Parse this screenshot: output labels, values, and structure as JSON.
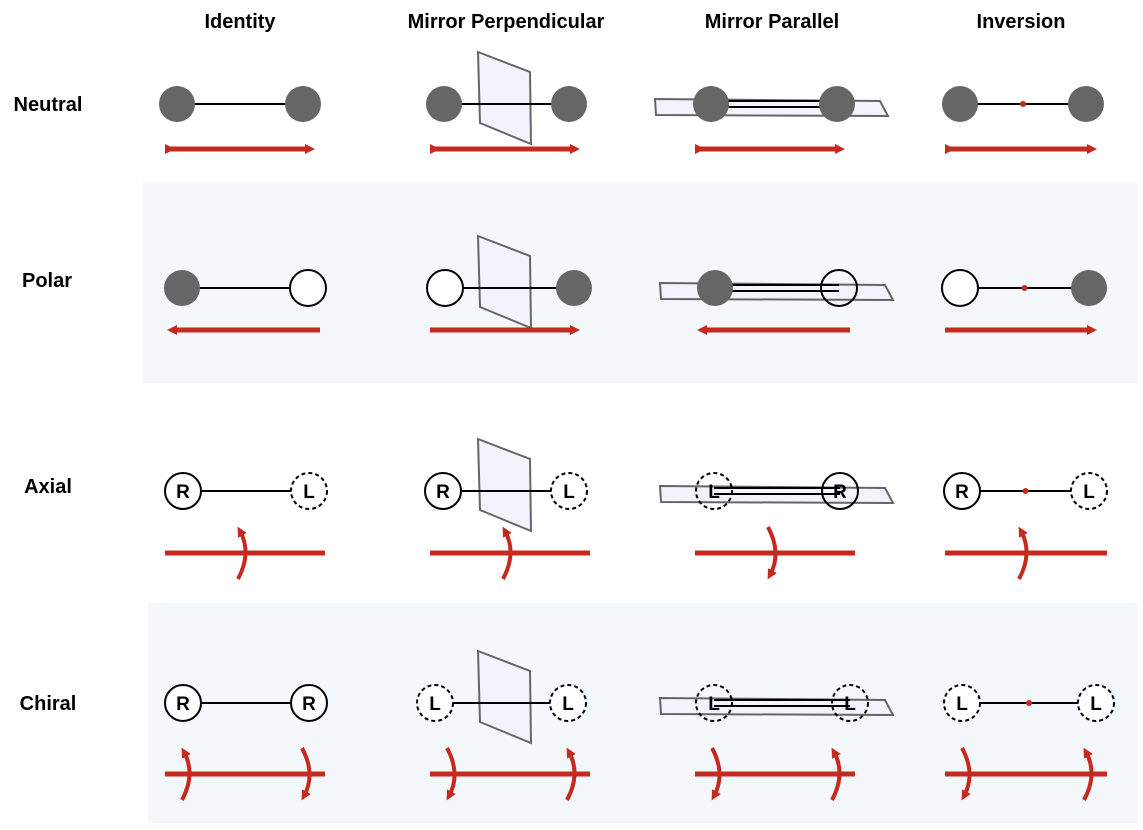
{
  "columns": [
    "Identity",
    "Mirror Perpendicular",
    "Mirror Parallel",
    "Inversion"
  ],
  "rows": [
    {
      "label": "Neutral",
      "shaded": false,
      "cells": [
        {
          "atoms": [
            {
              "type": "filled"
            },
            {
              "type": "filled"
            }
          ],
          "arrow": "double"
        },
        {
          "atoms": [
            {
              "type": "filled"
            },
            {
              "type": "filled"
            }
          ],
          "arrow": "double"
        },
        {
          "atoms": [
            {
              "type": "filled"
            },
            {
              "type": "filled"
            }
          ],
          "arrow": "double"
        },
        {
          "atoms": [
            {
              "type": "filled"
            },
            {
              "type": "filled"
            }
          ],
          "arrow": "double"
        }
      ]
    },
    {
      "label": "Polar",
      "shaded": true,
      "cells": [
        {
          "atoms": [
            {
              "type": "filled"
            },
            {
              "type": "open"
            }
          ],
          "arrow": "left"
        },
        {
          "atoms": [
            {
              "type": "open"
            },
            {
              "type": "filled"
            }
          ],
          "arrow": "right"
        },
        {
          "atoms": [
            {
              "type": "filled"
            },
            {
              "type": "open"
            }
          ],
          "arrow": "left"
        },
        {
          "atoms": [
            {
              "type": "open"
            },
            {
              "type": "filled"
            }
          ],
          "arrow": "right"
        }
      ]
    },
    {
      "label": "Axial",
      "shaded": false,
      "cells": [
        {
          "atoms": [
            {
              "type": "R"
            },
            {
              "type": "L"
            }
          ],
          "rotations": [
            "up"
          ]
        },
        {
          "atoms": [
            {
              "type": "R"
            },
            {
              "type": "L"
            }
          ],
          "rotations": [
            "up"
          ]
        },
        {
          "atoms": [
            {
              "type": "L"
            },
            {
              "type": "R"
            }
          ],
          "rotations": [
            "down"
          ]
        },
        {
          "atoms": [
            {
              "type": "R"
            },
            {
              "type": "L"
            }
          ],
          "rotations": [
            "up"
          ]
        }
      ]
    },
    {
      "label": "Chiral",
      "shaded": true,
      "cells": [
        {
          "atoms": [
            {
              "type": "R"
            },
            {
              "type": "R"
            }
          ],
          "rotations": [
            "up",
            "down"
          ]
        },
        {
          "atoms": [
            {
              "type": "L"
            },
            {
              "type": "L"
            }
          ],
          "rotations": [
            "down",
            "up"
          ]
        },
        {
          "atoms": [
            {
              "type": "L"
            },
            {
              "type": "L"
            }
          ],
          "rotations": [
            "down",
            "up"
          ]
        },
        {
          "atoms": [
            {
              "type": "L"
            },
            {
              "type": "L"
            }
          ],
          "rotations": [
            "down",
            "up"
          ]
        }
      ]
    }
  ],
  "colors": {
    "arrow": "#c62a1f",
    "atom_filled": "#666666",
    "plane_fill": "#f2f3fc",
    "plane_stroke": "#666666",
    "band": "#f4f8fa"
  }
}
